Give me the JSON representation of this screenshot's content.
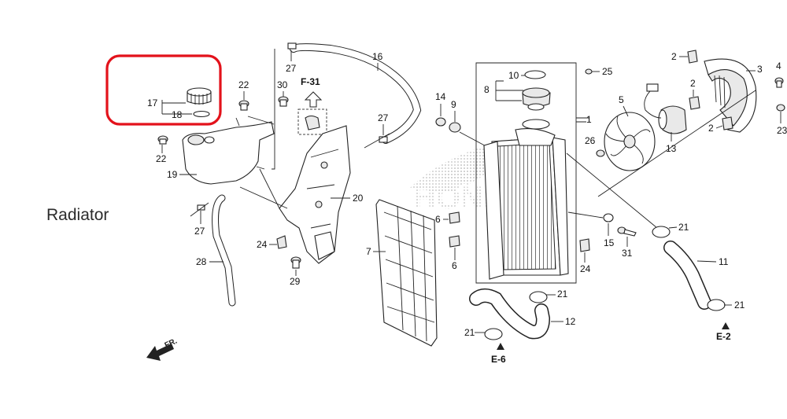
{
  "page": {
    "title": "Radiator"
  },
  "highlight": {
    "color": "#e3121b"
  },
  "callouts": {
    "c1": "1",
    "c2a": "2",
    "c2b": "2",
    "c2c": "2",
    "c3": "3",
    "c4": "4",
    "c5": "5",
    "c6a": "6",
    "c6b": "6",
    "c7": "7",
    "c8": "8",
    "c9": "9",
    "c10": "10",
    "c11": "11",
    "c12": "12",
    "c13": "13",
    "c14": "14",
    "c15": "15",
    "c16": "16",
    "c17": "17",
    "c18": "18",
    "c19": "19",
    "c20": "20",
    "c21a": "21",
    "c21b": "21",
    "c21c": "21",
    "c21d": "21",
    "c22a": "22",
    "c22b": "22",
    "c23": "23",
    "c24a": "24",
    "c24b": "24",
    "c25": "25",
    "c26": "26",
    "c27a": "27",
    "c27b": "27",
    "c27c": "27",
    "c28": "28",
    "c29": "29",
    "c30": "30",
    "c31": "31"
  },
  "refs": {
    "f31": "F-31",
    "e6": "E-6",
    "e2": "E-2"
  },
  "direction": {
    "label": "FR."
  },
  "watermark": {
    "text": "HONDA"
  }
}
